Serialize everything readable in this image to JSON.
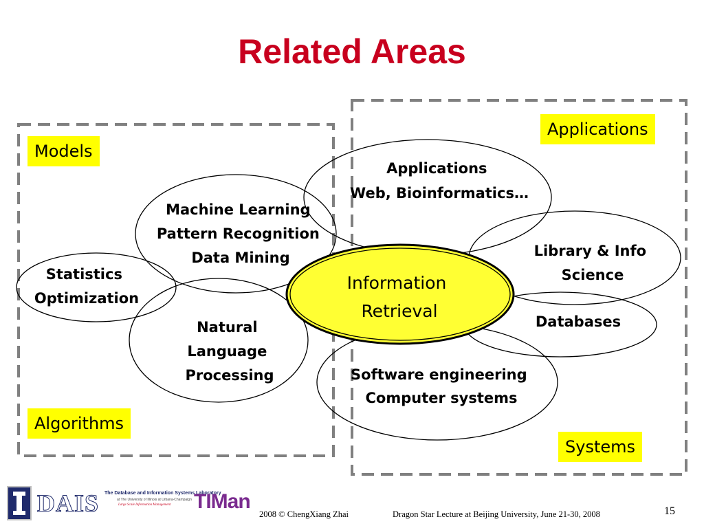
{
  "slide": {
    "title": "Related Areas",
    "page_number": "15"
  },
  "groups": {
    "models": "Models",
    "algorithms": "Algorithms",
    "applications": "Applications",
    "systems": "Systems"
  },
  "areas": {
    "center": [
      "Information",
      "Retrieval"
    ],
    "applications": [
      "Applications",
      "Web, Bioinformatics…"
    ],
    "machine_learning": [
      "Machine Learning",
      "Pattern Recognition",
      "Data Mining"
    ],
    "statistics": [
      "Statistics",
      "Optimization"
    ],
    "nlp": [
      "Natural",
      "Language",
      "Processing"
    ],
    "library": [
      "Library & Info",
      "Science"
    ],
    "databases": [
      "Databases"
    ],
    "software": [
      "Software engineering",
      "Computer systems"
    ]
  },
  "footer": {
    "lab_name": "The Database and Information Systems Laboratory",
    "lab_affiliation": "at The University of Illinois at Urbana-Champaign",
    "lab_tagline": "Large Scale Information Management",
    "dais_logo": "DAIS",
    "timan_logo": "TIMan",
    "copyright": "2008  © ChengXiang Zhai",
    "lecture": "Dragon Star Lecture at Beijing University, June 21-30, 2008"
  },
  "colors": {
    "title": "#c8001e",
    "highlight": "#ffff00",
    "dashed_border": "#808080",
    "illinois_navy": "#1f2a6b",
    "timan_purple": "#7a2b8f"
  },
  "icons": {
    "illinois_logo": "illinois-i-icon"
  }
}
